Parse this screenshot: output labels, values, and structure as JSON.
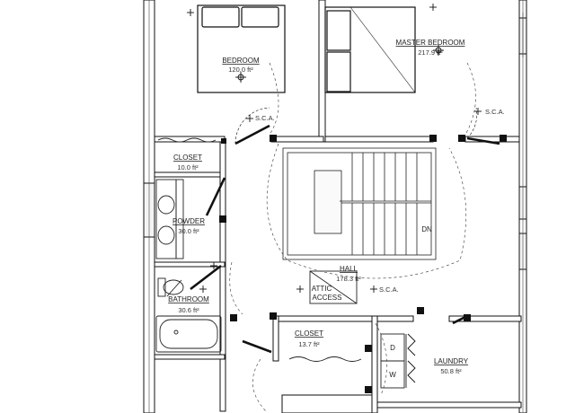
{
  "rooms": {
    "bedroom": {
      "name": "BEDROOM",
      "area": "120.0 ft²"
    },
    "master_bedroom": {
      "name": "MASTER BEDROOM",
      "area": "217.9 ft²"
    },
    "closet_1": {
      "name": "CLOSET",
      "area": "10.0 ft²"
    },
    "powder": {
      "name": "POWDER",
      "area": "30.0 ft²"
    },
    "bathroom": {
      "name": "BATHROOM",
      "area": "30.6 ft²"
    },
    "hall": {
      "name": "HALL",
      "area": "178.3 ft²"
    },
    "attic_access": {
      "line1": "ATTIC",
      "line2": "ACCESS"
    },
    "closet_2": {
      "name": "CLOSET",
      "area": "13.7 ft²"
    },
    "laundry": {
      "name": "LAUNDRY",
      "area": "50.8 ft²"
    }
  },
  "stair_direction": "DN",
  "appliances": {
    "dryer": "D",
    "washer": "W"
  },
  "smoke_detector": "S.C.A."
}
